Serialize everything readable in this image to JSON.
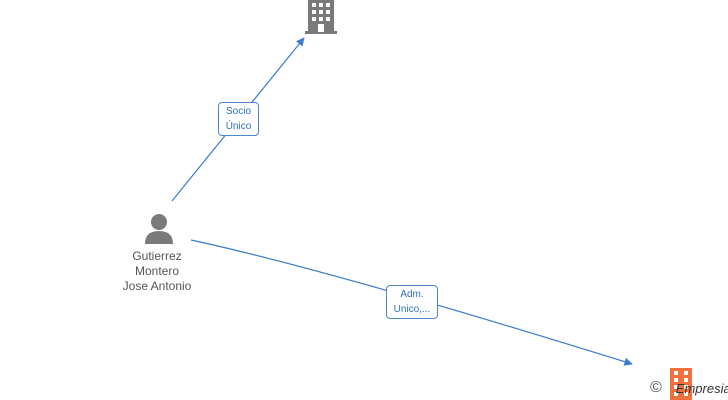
{
  "colors": {
    "edge": "#3a7ccf",
    "label_border": "#4a86c8",
    "label_text": "#2f6fb7",
    "node_gray": "#7a7a7a",
    "company_orange": "#f26f3e",
    "name_text": "#555555"
  },
  "nodes": {
    "company_top": {
      "type": "company",
      "icon": "building-icon",
      "color": "#7a7a7a"
    },
    "person": {
      "type": "person",
      "icon": "person-icon",
      "name_lines": [
        "Gutierrez",
        "Montero",
        "Jose Antonio"
      ]
    },
    "company_bottom": {
      "type": "company",
      "icon": "building-icon",
      "color": "#f26f3e"
    }
  },
  "edges": [
    {
      "from": "person",
      "to": "company_top",
      "label_lines": [
        "Socio",
        "Único"
      ]
    },
    {
      "from": "person",
      "to": "company_bottom",
      "label_lines": [
        "Adm.",
        "Unico,..."
      ]
    }
  ],
  "watermark": {
    "symbol": "©",
    "brand": "Empresia"
  }
}
